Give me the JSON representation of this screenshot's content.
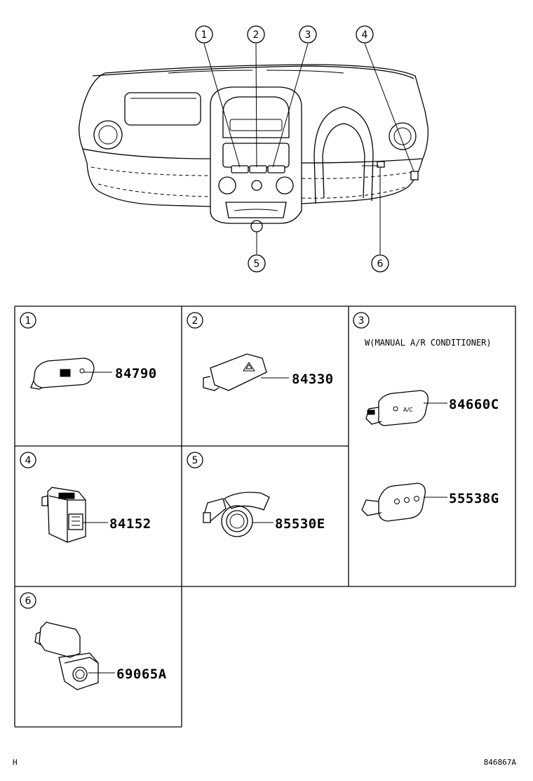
{
  "overview_callouts": [
    "1",
    "2",
    "3",
    "4",
    "5",
    "6"
  ],
  "panels": [
    {
      "callout": "1",
      "part_number": "84790"
    },
    {
      "callout": "2",
      "part_number": "84330"
    },
    {
      "callout": "3",
      "note": "W(MANUAL A/R CONDITIONER)",
      "part_numbers": [
        "84660C",
        "55538G"
      ],
      "button_label": "A/C"
    },
    {
      "callout": "4",
      "part_number": "84152"
    },
    {
      "callout": "5",
      "part_number": "85530E"
    },
    {
      "callout": "6",
      "part_number": "69065A"
    }
  ],
  "footer": {
    "left": "H",
    "right": "846867A"
  }
}
